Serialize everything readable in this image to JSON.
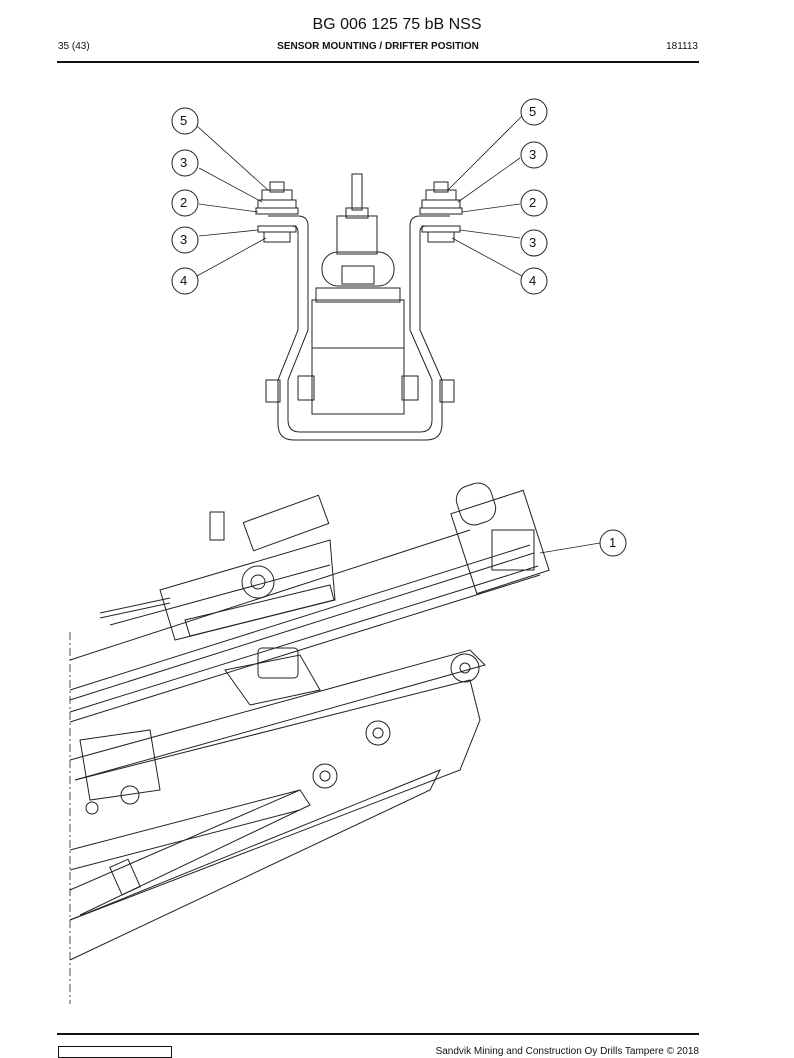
{
  "header": {
    "doc_number": "BG 006 125 75 bB NSS",
    "page": "35 (43)",
    "section_title": "SENSOR MOUNTING / DRIFTER POSITION",
    "date_code": "181113"
  },
  "top_view": {
    "callouts_left": [
      "5",
      "3",
      "2",
      "3",
      "4"
    ],
    "callouts_right": [
      "5",
      "3",
      "2",
      "3",
      "4"
    ]
  },
  "bottom_view": {
    "callouts": [
      "1"
    ]
  },
  "footer": {
    "copyright": "Sandvik Mining and Construction Oy Drills Tampere © 2018"
  }
}
